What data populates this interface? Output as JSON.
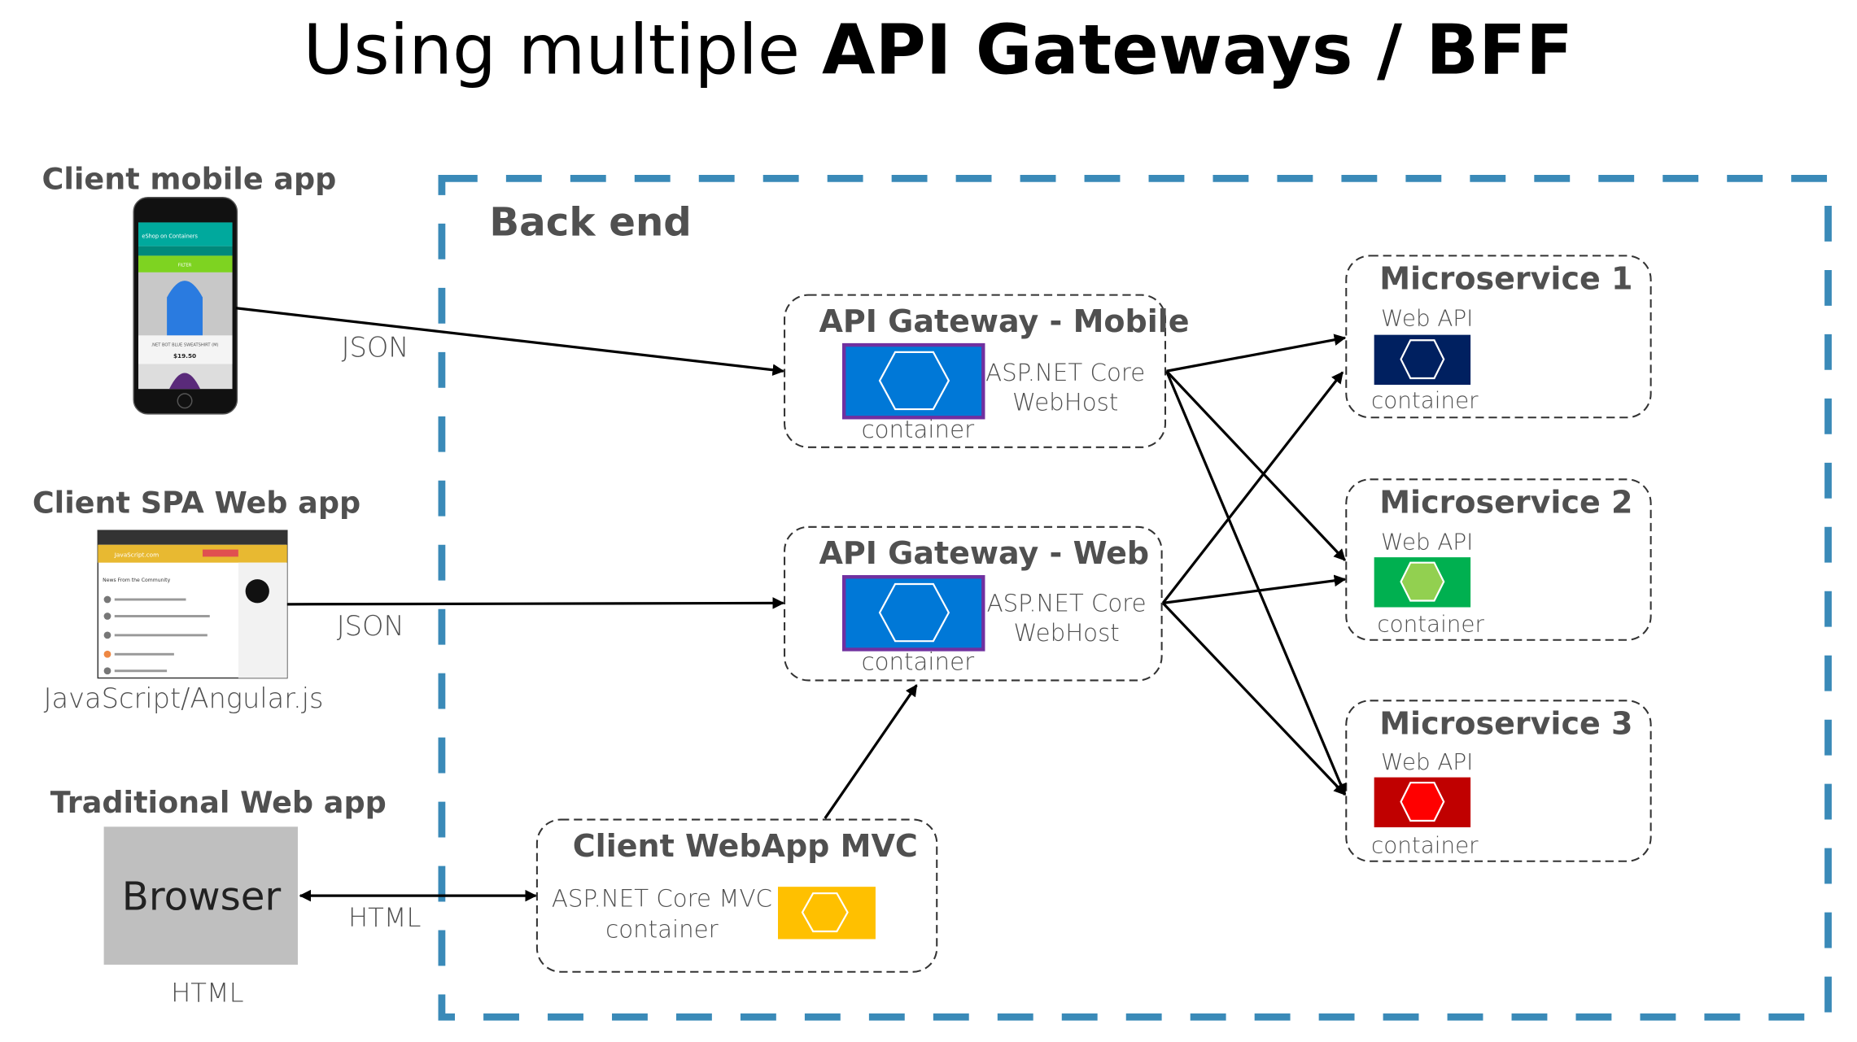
{
  "title": {
    "regular": "Using multiple ",
    "bold": "API Gateways / BFF"
  },
  "backend": {
    "label": "Back end",
    "border_color": "#3a8ab8"
  },
  "clients": {
    "mobile": {
      "label": "Client mobile app",
      "protocol": "JSON",
      "screen_app_title": "eShop on Containers",
      "screen_filter": "FILTER",
      "screen_product": ".NET BOT BLUE SWEATSHIRT (M)",
      "screen_price": "$19.50"
    },
    "spa": {
      "label": "Client SPA Web app",
      "protocol": "JSON",
      "caption": "JavaScript/Angular.js",
      "screen_site": "JavaScript.com",
      "screen_heading": "News From the Community"
    },
    "traditional": {
      "label": "Traditional Web app",
      "browser": "Browser",
      "protocol": "HTML",
      "caption": "HTML"
    }
  },
  "gateways": [
    {
      "title": "API Gateway - Mobile",
      "host_line1": "ASP.NET Core",
      "host_line2": "WebHost",
      "container": "container",
      "color": "#0078d7"
    },
    {
      "title": "API Gateway - Web",
      "host_line1": "ASP.NET Core",
      "host_line2": "WebHost",
      "container": "container",
      "color": "#0078d7"
    }
  ],
  "mvc": {
    "title": "Client WebApp MVC",
    "line1": "ASP.NET Core MVC",
    "line2": "container",
    "color": "#ffc000"
  },
  "microservices": [
    {
      "title": "Microservice 1",
      "subtitle": "Web API",
      "container": "container",
      "color": "#002060"
    },
    {
      "title": "Microservice 2",
      "subtitle": "Web API",
      "container": "container",
      "color": "#00b050"
    },
    {
      "title": "Microservice 3",
      "subtitle": "Web API",
      "container": "container",
      "color": "#c00000"
    }
  ]
}
